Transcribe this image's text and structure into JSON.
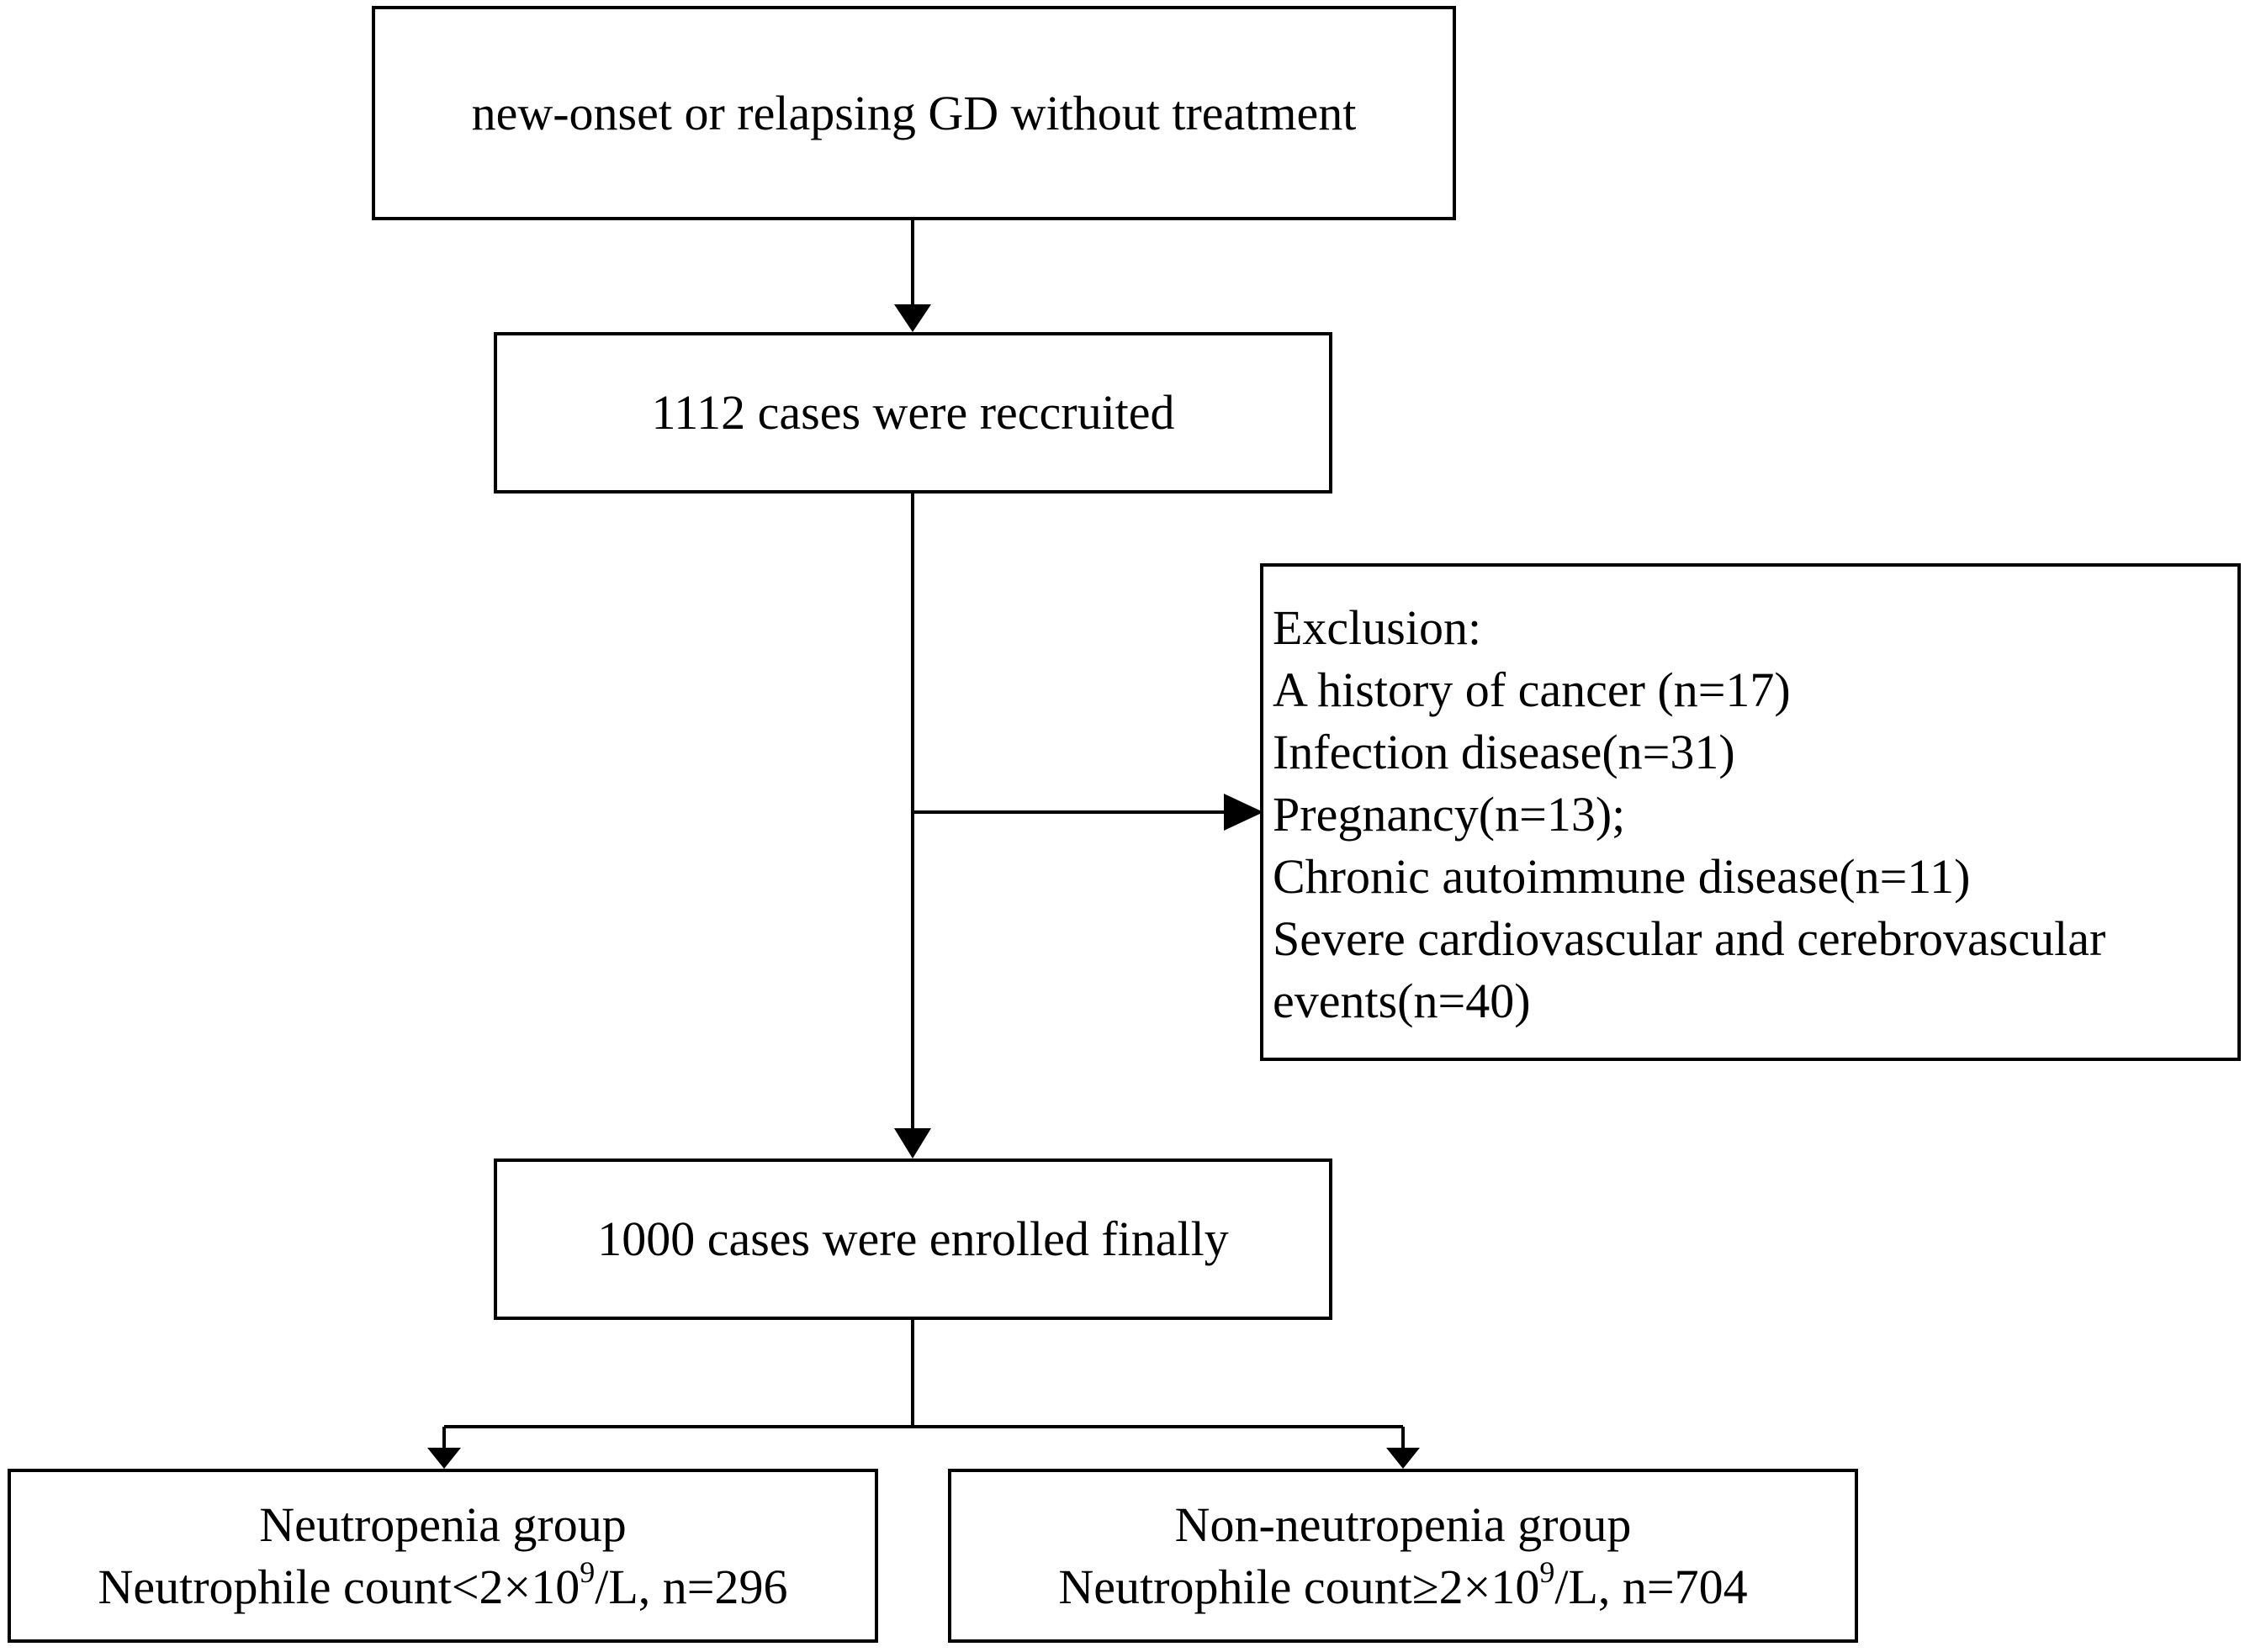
{
  "boxes": {
    "start": "new-onset or relapsing GD without treatment",
    "recruited": "1112 cases were reccruited",
    "exclusion": {
      "heading": "Exclusion:",
      "items": [
        "A history of cancer (n=17)",
        "Infection disease(n=31)",
        "Pregnancy(n=13);",
        "Chronic autoimmune disease(n=11)",
        "Severe cardiovascular and cerebrovascular",
        "events(n=40)"
      ]
    },
    "enrolled": "1000 cases were enrolled finally",
    "neutropenia": {
      "title": "Neutropenia group",
      "criterion_prefix": "Neutrophile count<2×10",
      "criterion_exp": "9",
      "criterion_suffix": "/L, n=296"
    },
    "non_neutropenia": {
      "title": "Non-neutropenia group",
      "criterion_prefix": "Neutrophile count≥2×10",
      "criterion_exp": "9",
      "criterion_suffix": "/L, n=704"
    }
  }
}
